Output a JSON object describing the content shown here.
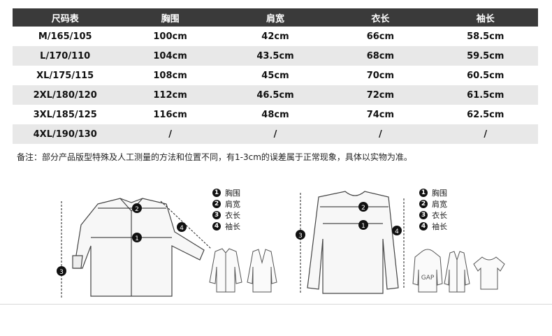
{
  "table": {
    "headers": [
      "尺码表",
      "胸围",
      "肩宽",
      "衣长",
      "袖长"
    ],
    "rows": [
      [
        "M/165/105",
        "100cm",
        "42cm",
        "66cm",
        "58.5cm"
      ],
      [
        "L/170/110",
        "104cm",
        "43.5cm",
        "68cm",
        "59.5cm"
      ],
      [
        "XL/175/115",
        "108cm",
        "45cm",
        "70cm",
        "60.5cm"
      ],
      [
        "2XL/180/120",
        "112cm",
        "46.5cm",
        "72cm",
        "61.5cm"
      ],
      [
        "3XL/185/125",
        "116cm",
        "48cm",
        "74cm",
        "62.5cm"
      ],
      [
        "4XL/190/130",
        "/",
        "/",
        "/",
        "/"
      ]
    ]
  },
  "note": "备注：部分产品版型特殊及人工测量的方法和位置不同，有1-3cm的误差属于正常现象，具体以实物为准。",
  "legend": {
    "items": [
      {
        "num": "1",
        "label": "胸围"
      },
      {
        "num": "2",
        "label": "肩宽"
      },
      {
        "num": "3",
        "label": "衣长"
      },
      {
        "num": "4",
        "label": "袖长"
      }
    ]
  },
  "colors": {
    "header_bg": "#3a3a3a",
    "stripe": "#e8e8e8",
    "marker": "#111111",
    "guide": "#333333"
  },
  "icons": [
    "shirt-diagram",
    "sweater-diagram",
    "jacket-icon",
    "blazer-icon",
    "hoodie-icon",
    "cardigan-icon",
    "tshirt-icon"
  ]
}
